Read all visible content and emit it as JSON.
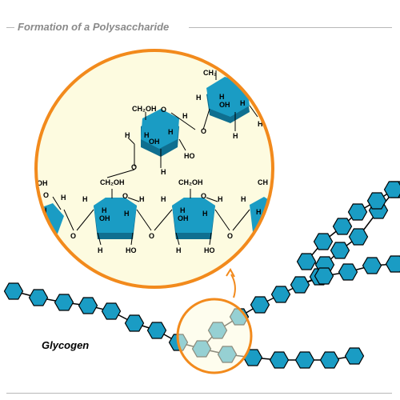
{
  "header": {
    "title": "Formation of a Polysaccharide"
  },
  "diagram": {
    "chain_label": "Glycogen",
    "colors": {
      "hexagon": "#1a9cc4",
      "hexagon_dark": "#0f6f90",
      "magnifier_fill": "#fdfbe0",
      "magnifier_ring": "#f28a1c"
    },
    "chem_text": {
      "ch2oh": "CH₂OH",
      "ch2": "CH₂",
      "ch_cut": "CH",
      "oh": "OH",
      "ho": "HO",
      "o": "O",
      "h": "H"
    }
  }
}
